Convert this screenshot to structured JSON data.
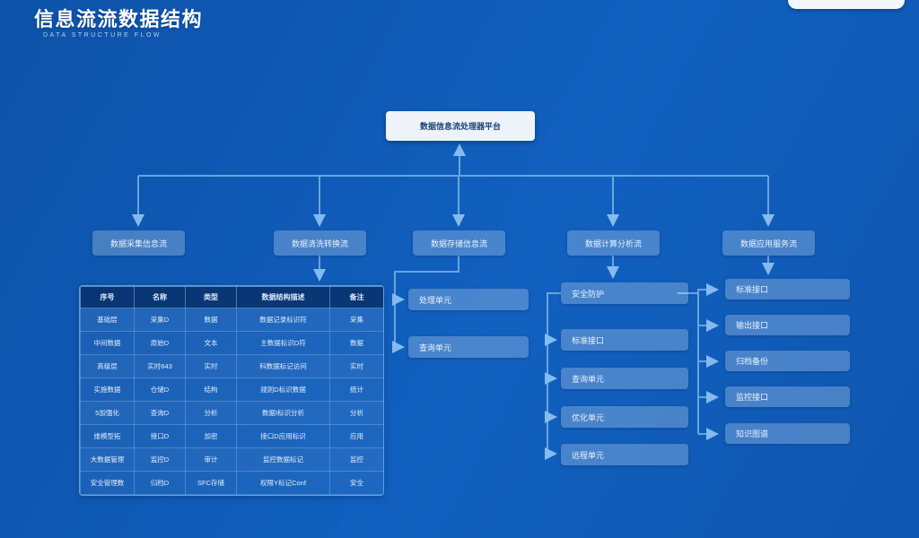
{
  "page": {
    "title": "信息流流数据结构",
    "subtitle": "DATA STRUCTURE FLOW",
    "top_button_label": ""
  },
  "colors": {
    "background": "#1160bf",
    "connector": "#6ea9e2",
    "arrowhead": "#8cc0f2",
    "root_node_bg": "#eef3f9",
    "node_bg": "rgba(235,244,252,0.26)",
    "table_header_bg": "#082d64"
  },
  "tree": {
    "root": "数据信息流处理器平台",
    "level2": [
      "数据采集信息流",
      "数据清洗转换流",
      "数据存储信息流",
      "数据计算分析流",
      "数据应用服务流"
    ],
    "process_nodes": [
      "处理单元",
      "查询单元"
    ],
    "security_nodes": [
      "安全防护",
      "标准接口",
      "查询单元",
      "优化单元",
      "远程单元"
    ],
    "output_nodes": [
      "标准接口",
      "输出接口",
      "归档备份",
      "监控接口",
      "知识图谱"
    ]
  },
  "table": {
    "headers": [
      "序号",
      "名称",
      "类型",
      "数据结构描述",
      "备注"
    ],
    "rows": [
      [
        "基础层",
        "采集D",
        "数据",
        "数据记录标识符",
        "采集"
      ],
      [
        "中间数据",
        "原始D",
        "文本",
        "主数据标识D符",
        "数据"
      ],
      [
        "高级层",
        "实时643",
        "实时",
        "科数据标记访问",
        "实时"
      ],
      [
        "实施数据",
        "仓储D",
        "结构",
        "规则D标识数据",
        "统计"
      ],
      [
        "5加强化",
        "查询D",
        "分析",
        "数据I标识分析",
        "分析"
      ],
      [
        "维模型拓",
        "接口D",
        "加密",
        "接口D应用标识",
        "应用"
      ],
      [
        "大数据管理",
        "监控D",
        "审计",
        "监控数据标记",
        "监控"
      ],
      [
        "安全管理数",
        "归档D",
        "SFC存储",
        "权限Y标记Conf",
        "安全"
      ]
    ]
  }
}
